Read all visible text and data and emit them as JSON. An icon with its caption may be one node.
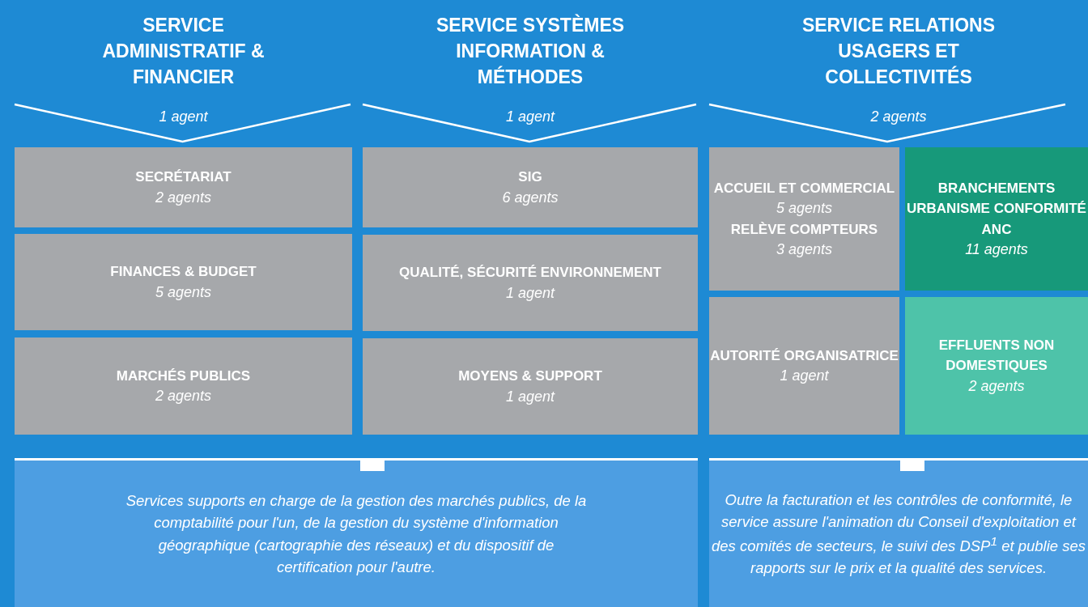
{
  "diagram": {
    "nodes": [
      {
        "text": [
          "SERVICE ADMINISTRATIF & FINANCIER",
          "1 agent"
        ]
      },
      {
        "text": [
          "SERVICE SYSTÈMES INFORMATION & MÉTHODES",
          "1 agent"
        ]
      },
      {
        "text": [
          "SERVICE RELATIONS USAGERS ET COLLECTIVITÉS",
          "2 agents"
        ]
      },
      {
        "text": [
          "SECRÉTARIAT",
          "2 agents"
        ]
      },
      {
        "text": [
          "FINANCES & BUDGET",
          "5 agents"
        ]
      },
      {
        "text": [
          "MARCHÉS PUBLICS",
          "2 agents"
        ]
      },
      {
        "text": [
          "SIG",
          "6 agents"
        ]
      },
      {
        "text": [
          "QUALITÉ, SÉCURITÉ ENVIRONNEMENT",
          "1 agent"
        ]
      },
      {
        "text": [
          "MOYENS & SUPPORT",
          "1 agent"
        ]
      },
      {
        "text": [
          "ACCUEIL ET COMMERCIAL",
          "5 agents",
          "RELÈVE COMPTEURS",
          "3 agents"
        ]
      },
      {
        "text": [
          "BRANCHEMENTS URBANISME CONFORMITÉ ANC",
          "11 agents"
        ]
      },
      {
        "text": [
          "AUTORITÉ ORGANISATRICE",
          "1 agent"
        ]
      },
      {
        "text": [
          "EFFLUENTS NON DOMESTIQUES",
          "2 agents"
        ]
      },
      {
        "text": [
          "Services supports en charge de la gestion des marchés publics, de la comptabilité pour l'un, de la gestion du système d'information géographique (cartographie des réseaux) et du dispositif de certification pour l'autre."
        ]
      },
      {
        "text": [
          "Outre la facturation et les contrôles de conformité, le service assure l'animation du Conseil d'exploitation et des comités de secteurs, le suivi des DSP$^{1}$ et publie ses rapports sur le prix et la qualité des services."
        ]
      }
    ]
  }
}
